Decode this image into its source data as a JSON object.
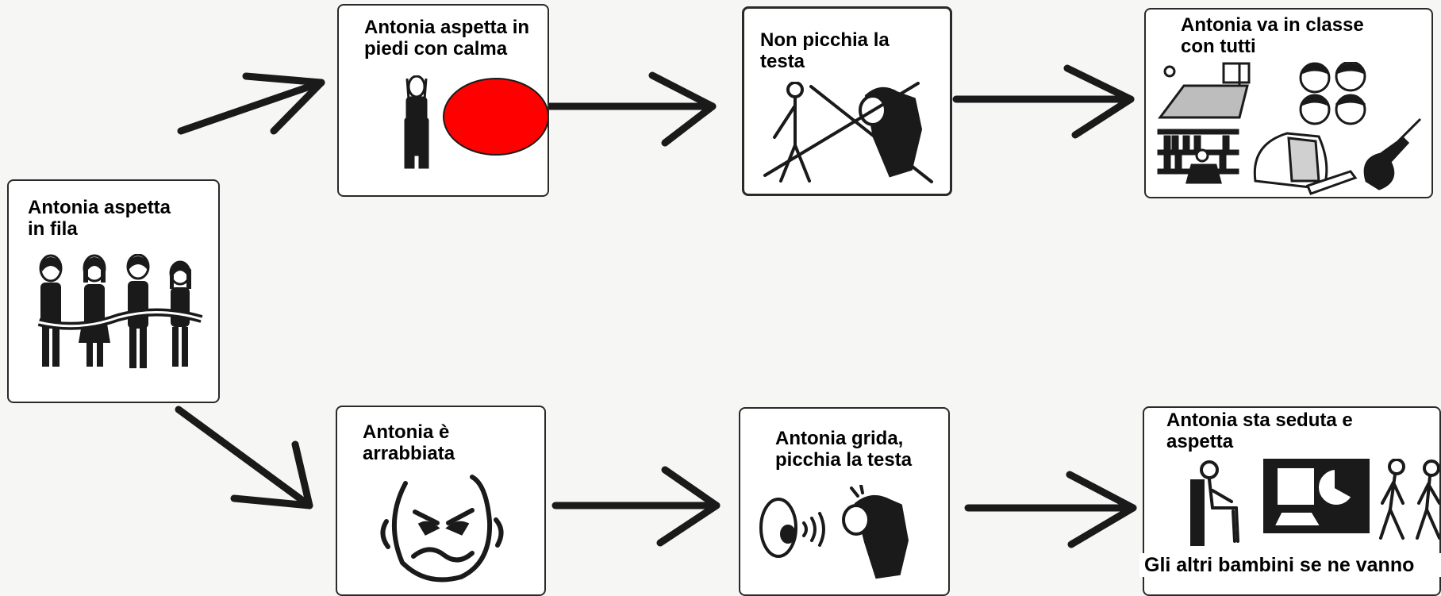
{
  "colors": {
    "red_dot": "#ff0000",
    "ink": "#1a1a1a",
    "card_border": "#2a2a2a"
  },
  "nodes": {
    "start": {
      "caption": "Antonia aspetta\nin fila",
      "icon": "people-in-line-icon"
    },
    "top_1": {
      "caption": "Antonia aspetta in\npiedi con calma",
      "icon": "standing-child-icon"
    },
    "top_2": {
      "caption": "Non picchia la\ntesta",
      "icon": "no-head-banging-icon"
    },
    "top_3": {
      "caption": "Antonia va in classe\ncon tutti",
      "icon": "classroom-activities-icon"
    },
    "bottom_1": {
      "caption": "Antonia è\narrabbiata",
      "icon": "angry-face-icon"
    },
    "bottom_2": {
      "caption": "Antonia grida,\npicchia la testa",
      "icon": "shouting-head-banging-icon"
    },
    "bottom_3": {
      "caption": "Antonia sta seduta e\naspetta",
      "icon": "sitting-waiting-icon",
      "note": "Gli altri bambini se ne vanno"
    }
  }
}
